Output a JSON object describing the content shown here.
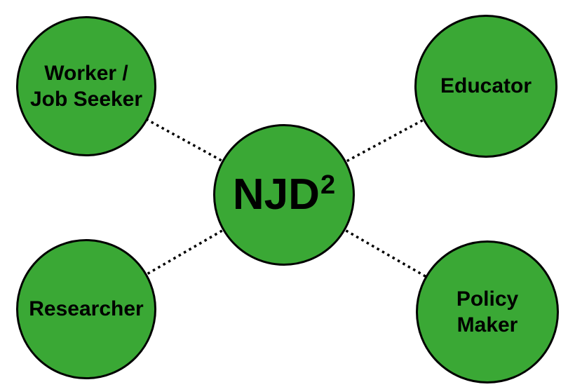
{
  "colors": {
    "node_fill": "#3AA835",
    "node_border": "#000000",
    "connector": "#000000",
    "background": "#FFFFFF",
    "label_text": "#000000"
  },
  "center": {
    "text": "NJD",
    "sup": "2"
  },
  "nodes": [
    {
      "id": "worker-job-seeker",
      "line1": "Worker /",
      "line2": "Job Seeker"
    },
    {
      "id": "educator",
      "line1": "Educator",
      "line2": ""
    },
    {
      "id": "researcher",
      "line1": "Researcher",
      "line2": ""
    },
    {
      "id": "policy-maker",
      "line1": "Policy",
      "line2": "Maker"
    }
  ]
}
